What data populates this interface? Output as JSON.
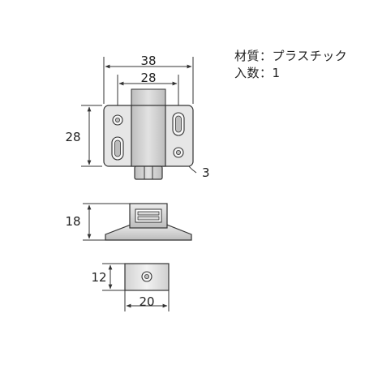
{
  "specs": {
    "material_label": "材質",
    "material_value": "プラスチック",
    "quantity_label": "入数",
    "quantity_value": "1",
    "separator": "："
  },
  "dimensions": {
    "total_width": "38",
    "hole_spacing": "28",
    "height": "28",
    "hole_diameter": "3",
    "depth": "18",
    "catch_height": "12",
    "catch_width": "20"
  },
  "colors": {
    "part_fill": "#e4e4e4",
    "body_fill": "#cfcfcf",
    "line": "#333333"
  }
}
